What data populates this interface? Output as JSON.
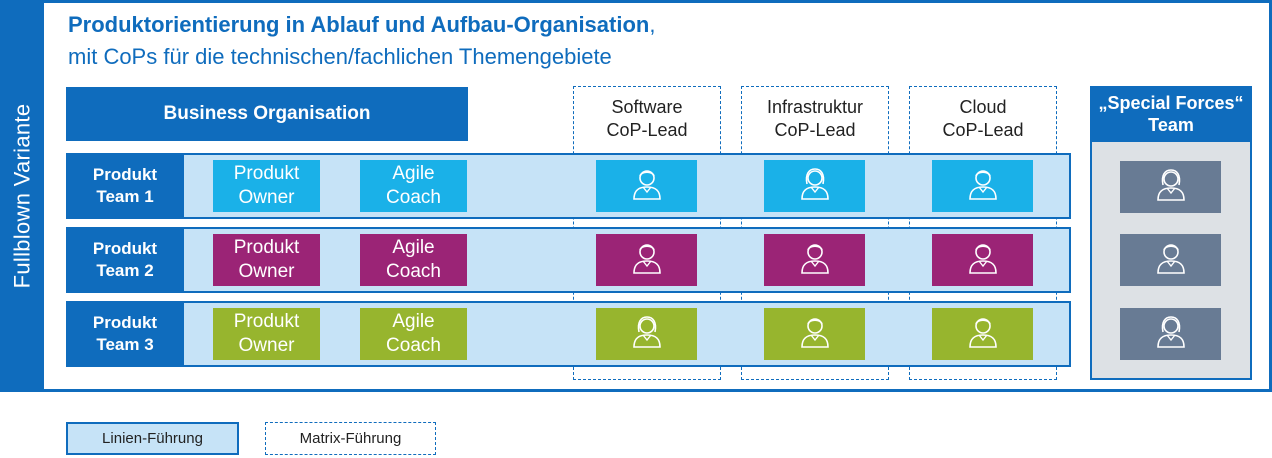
{
  "side_label": "Fullblown Variante",
  "title": {
    "bold": "Produktorientierung in Ablauf und Aufbau-Organisation",
    "comma": ",",
    "subtitle": "mit CoPs für die technischen/fachlichen  Themengebiete"
  },
  "business_org": "Business Organisation",
  "cop_columns": [
    {
      "line1": "Software",
      "line2": "CoP-Lead"
    },
    {
      "line1": "Infrastruktur",
      "line2": "CoP-Lead"
    },
    {
      "line1": "Cloud",
      "line2": "CoP-Lead"
    }
  ],
  "special_forces": {
    "line1": "„Special Forces“",
    "line2": "Team"
  },
  "teams": [
    {
      "label1": "Produkt",
      "label2": "Team 1",
      "color": "#1ab1e8",
      "persons": [
        "male",
        "female",
        "male"
      ]
    },
    {
      "label1": "Produkt",
      "label2": "Team 2",
      "color": "#9b2476",
      "persons": [
        "male",
        "male",
        "male"
      ]
    },
    {
      "label1": "Produkt",
      "label2": "Team 3",
      "color": "#97b52e",
      "persons": [
        "female",
        "male",
        "male"
      ]
    }
  ],
  "roles": {
    "owner": {
      "line1": "Produkt",
      "line2": "Owner"
    },
    "coach": {
      "line1": "Agile",
      "line2": "Coach"
    }
  },
  "special_persons": [
    "female",
    "male",
    "female"
  ],
  "colors": {
    "brand_blue": "#0f6cbd",
    "row_fill": "#c6e3f7",
    "special_fill": "#dde1e5",
    "special_person": "#687b94"
  },
  "legend": {
    "solid": "Linien-Führung",
    "dashed": "Matrix-Führung"
  }
}
